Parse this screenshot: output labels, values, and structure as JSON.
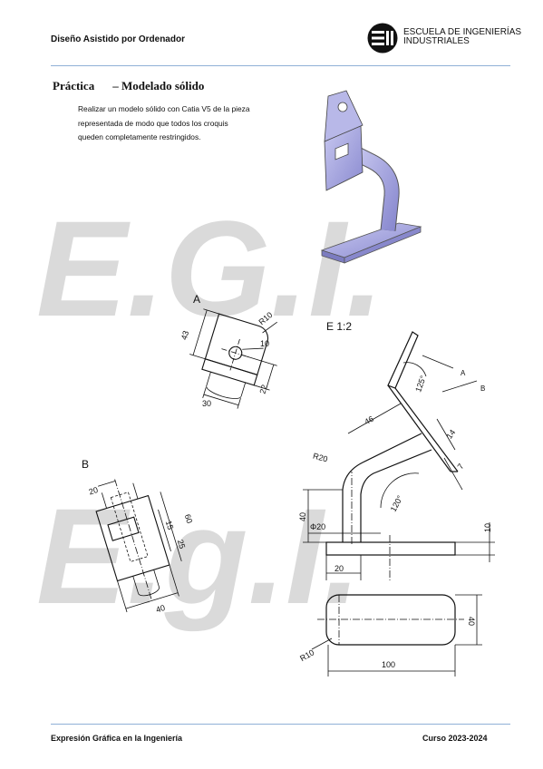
{
  "header": {
    "course_title": "Diseño Asistido por Ordenador",
    "logo_line1": "ESCUELA DE INGENIERÍAS",
    "logo_line2": "INDUSTRIALES"
  },
  "practice": {
    "title": "Práctica",
    "subtitle": "– Modelado sólido",
    "description": "Realizar un modelo sólido con Catia V5 de la pieza representada de modo que todos los croquis queden completamente restringidos."
  },
  "watermark": {
    "text1": "E.G.I.",
    "text2": "E.g.I."
  },
  "drawing": {
    "scale": "E 1:2",
    "view_a_label": "A",
    "view_b_label": "B",
    "dims_a": {
      "r10": "R10",
      "h43": "43",
      "d10": "10",
      "v22": "22",
      "w30": "30"
    },
    "dims_b": {
      "w20": "20",
      "h60": "60",
      "h15": "15",
      "h25": "25",
      "w40": "40"
    },
    "dims_main": {
      "ang125": "125°",
      "ang120": "120°",
      "l46": "46",
      "t14": "14",
      "t7": "7",
      "r20": "R20",
      "h40": "40",
      "phi20": "Φ20",
      "t10": "10",
      "w20": "20",
      "plan_h40": "40",
      "plan_r10": "R10",
      "plan_w100": "100"
    },
    "arrow_a": "A",
    "arrow_b": "B"
  },
  "footer": {
    "left": "Expresión Gráfica en la Ingeniería",
    "right": "Curso 2023-2024"
  },
  "colors": {
    "rule": "#8fb0d6",
    "watermark": "#d2d2d2",
    "model": "#a9a9e0"
  }
}
